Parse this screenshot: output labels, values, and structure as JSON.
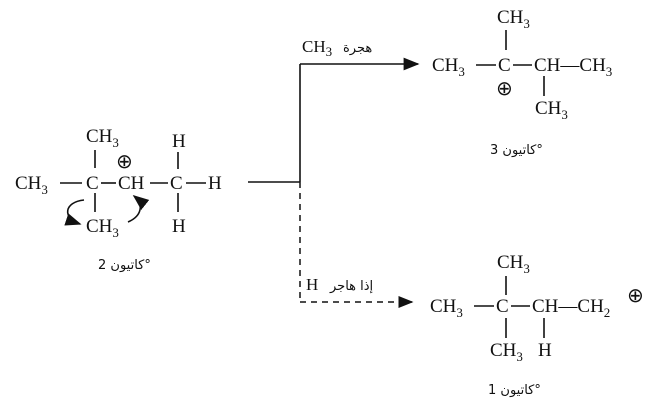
{
  "reactant": {
    "top_group": "CH",
    "top_sub": "3",
    "left_group": "CH",
    "left_sub": "3",
    "center_c": "C",
    "ch_label": "CH",
    "right_c": "C",
    "right_h": "H",
    "h_top": "H",
    "h_bottom": "H",
    "bottom_group": "CH",
    "bottom_sub": "3",
    "plus": "⊕",
    "caption": "كاتيون 2°"
  },
  "upper_path": {
    "migrating_group": "CH",
    "migrating_sub": "3",
    "label_ar": "هجرة"
  },
  "lower_path": {
    "migrating_group": "H",
    "label_ar": "إذا هاجر"
  },
  "product_tertiary": {
    "top_group": "CH",
    "top_sub": "3",
    "left_group": "CH",
    "left_sub": "3",
    "center_c": "C",
    "right_part": "CH—CH",
    "right_sub": "3",
    "bottom_group": "CH",
    "bottom_sub": "3",
    "plus": "⊕",
    "caption": "كاتيون 3°"
  },
  "product_primary": {
    "top_group": "CH",
    "top_sub": "3",
    "left_group": "CH",
    "left_sub": "3",
    "center_c": "C",
    "right_part": "CH—CH",
    "right_sub": "2",
    "bottom_group": "CH",
    "bottom_sub": "3",
    "bottom_h": "H",
    "plus": "⊕",
    "caption": "كاتيون 1°"
  }
}
